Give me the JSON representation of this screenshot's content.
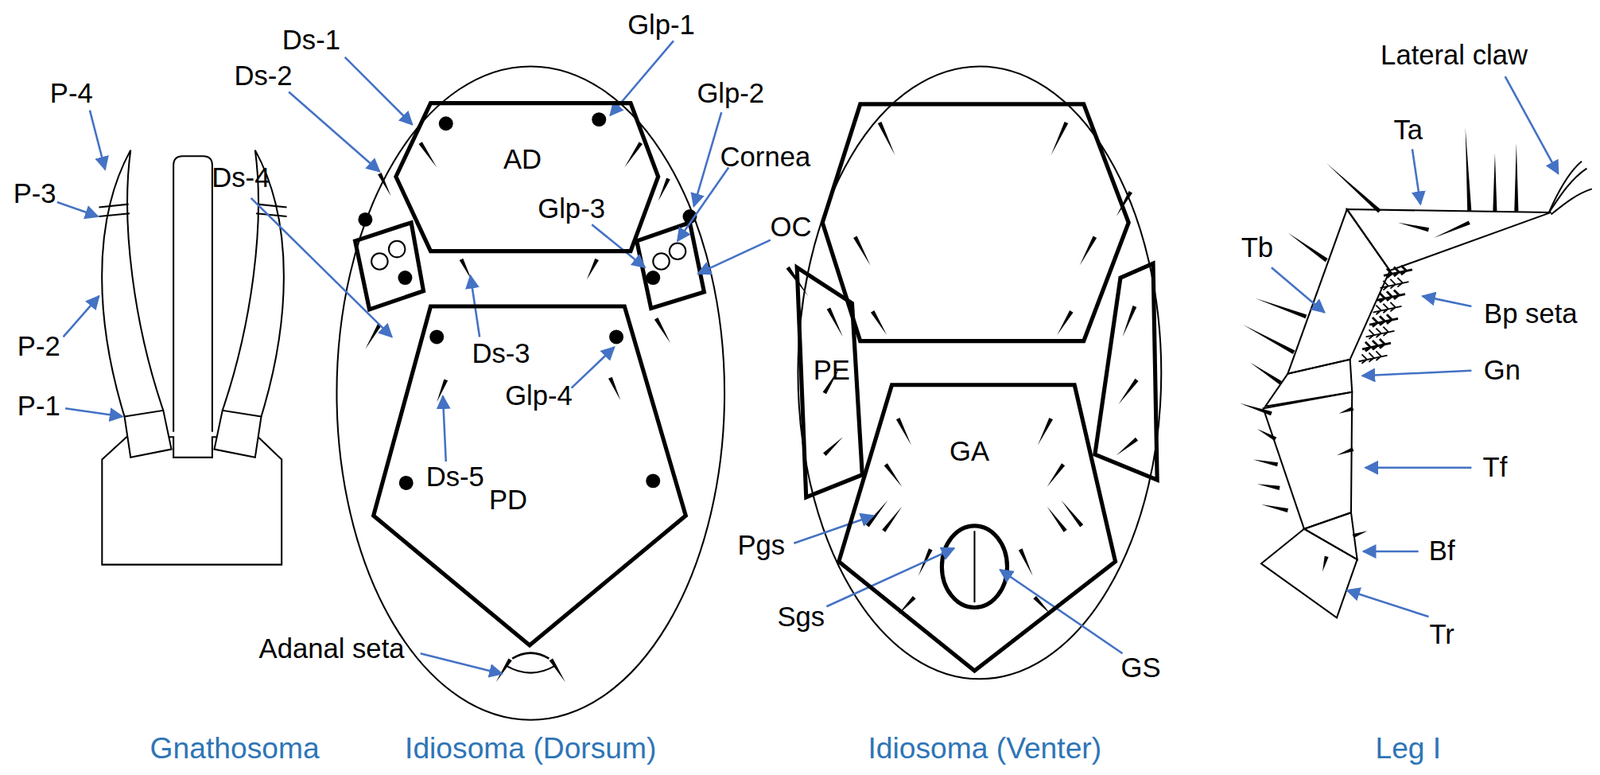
{
  "diagram": {
    "nodes": [
      {
        "text": [
          "AD"
        ]
      },
      {
        "text": [
          "PD"
        ]
      },
      {
        "text": [
          "PE"
        ]
      },
      {
        "text": [
          "GA"
        ]
      }
    ],
    "labels": [
      "P-4",
      "P-3",
      "P-2",
      "P-1",
      "Ds-1",
      "Glp-1",
      "Ds-2",
      "Glp-2",
      "Cornea",
      "Ds-4",
      "Glp-3",
      "OC",
      "Ds-3",
      "Glp-4",
      "Ds-5",
      "Adanal seta",
      "Pgs",
      "Sgs",
      "GS",
      "Lateral claw",
      "Ta",
      "Tb",
      "Bp seta",
      "Gn",
      "Tf",
      "Bf",
      "Tr",
      "Gnathosoma",
      "Idiosoma (Dorsum)",
      "Idiosoma (Venter)",
      "Leg I"
    ]
  }
}
